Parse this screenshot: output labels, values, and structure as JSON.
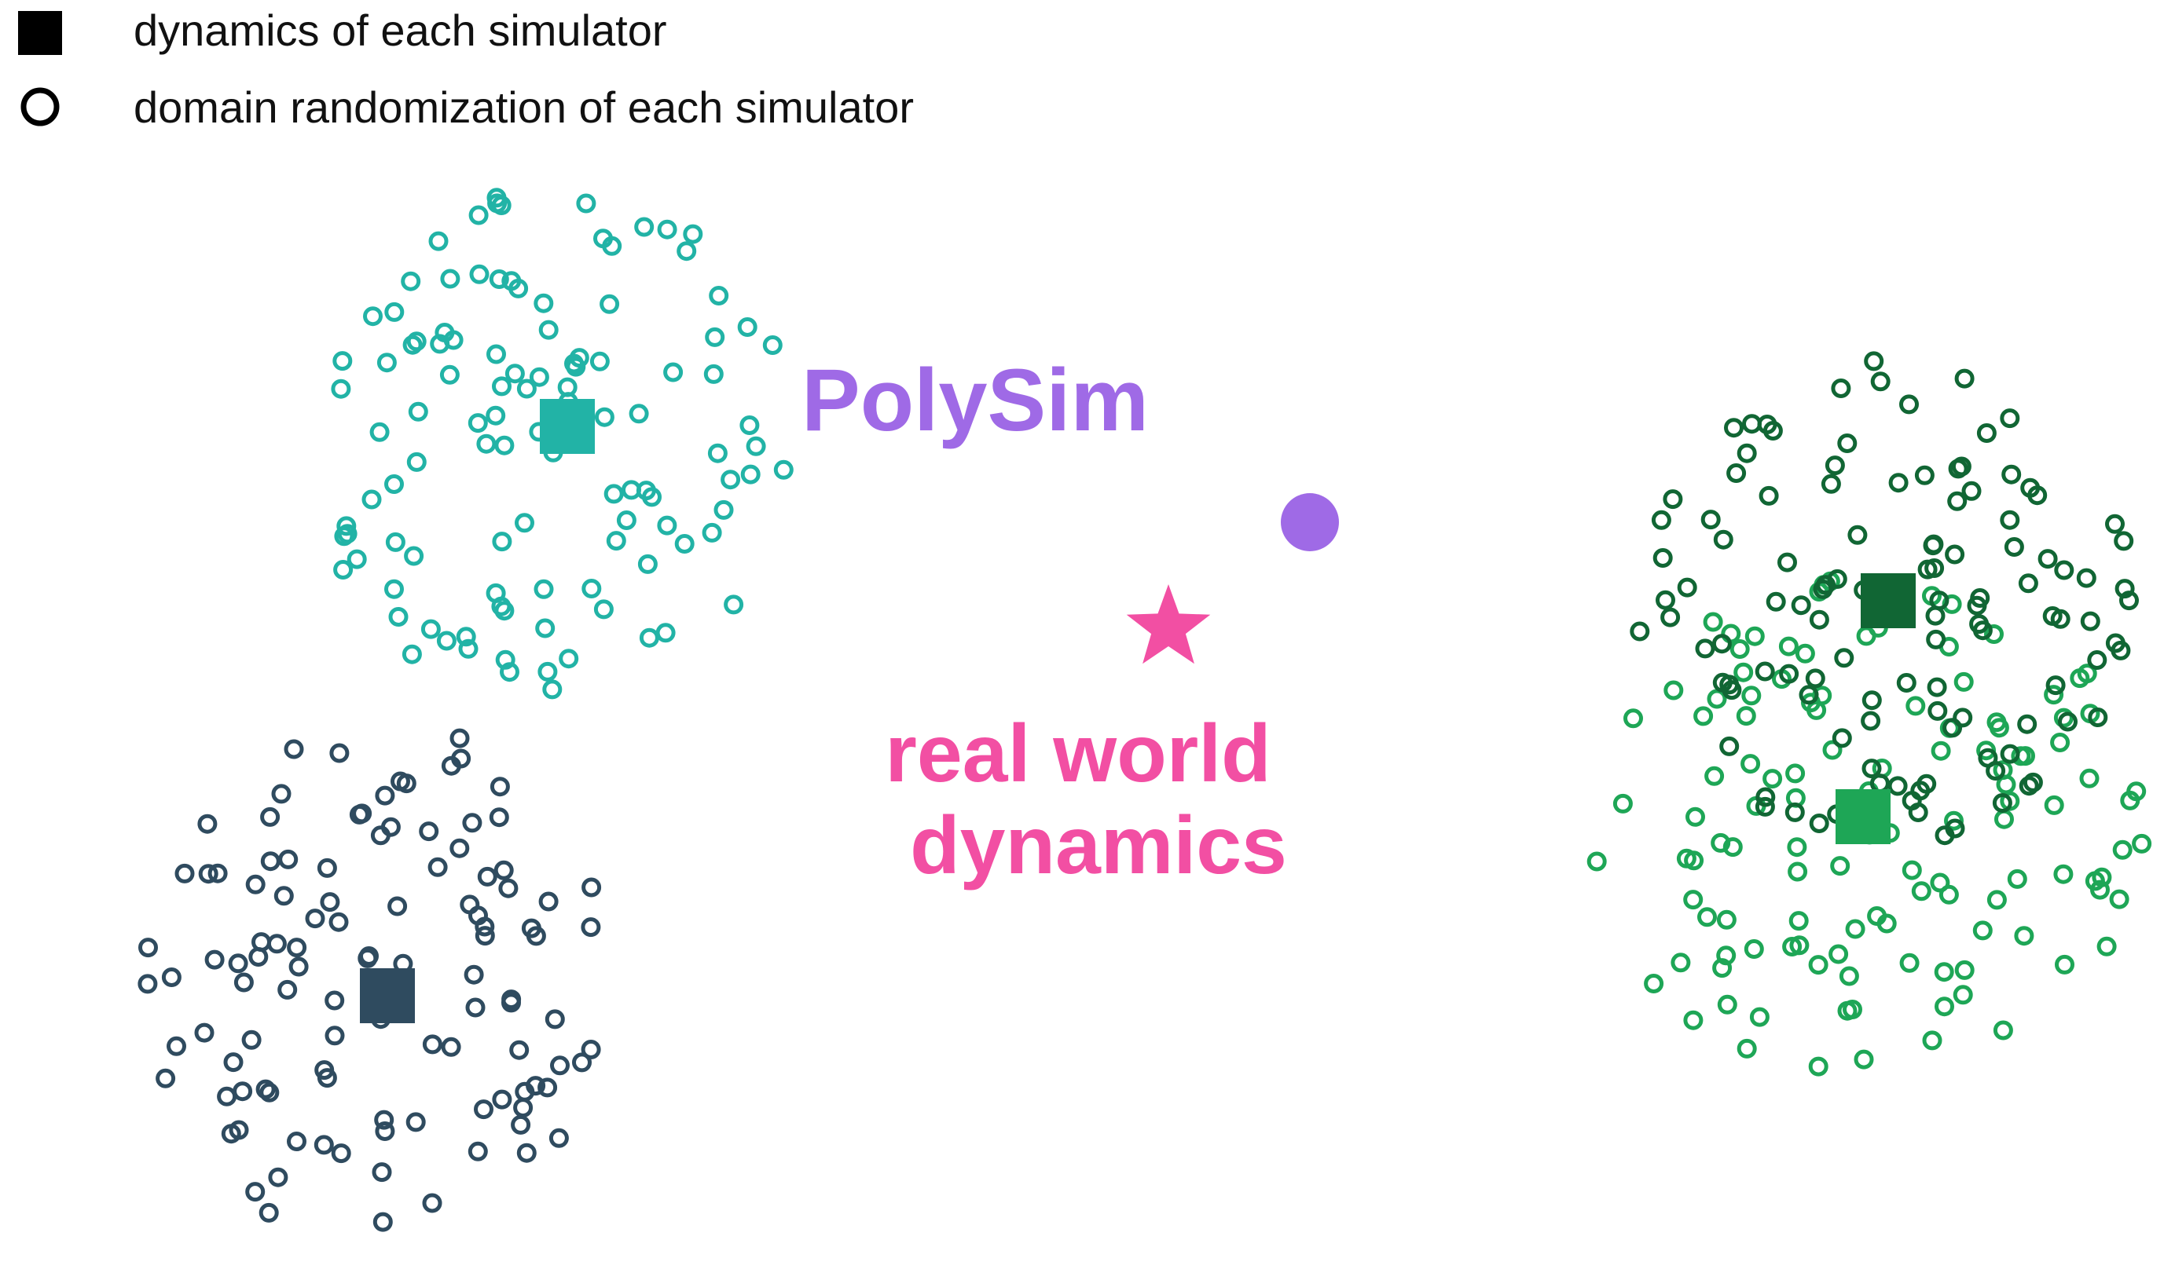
{
  "legend": {
    "items": [
      {
        "label": "dynamics of each simulator",
        "icon": "filled-square-icon"
      },
      {
        "label": "domain randomization of each simulator",
        "icon": "hollow-circle-icon"
      }
    ]
  },
  "annotations": {
    "polysim": {
      "text": "PolySim",
      "color": "#9f6ae6"
    },
    "real_world_line1": "real world",
    "real_world_line2": "dynamics",
    "real_world_color": "#f24fa3"
  },
  "markers": {
    "polysim_dot": {
      "icon": "filled-circle-icon",
      "color": "#9f6ae6"
    },
    "real_world_star": {
      "icon": "star-icon",
      "color": "#f24fa3"
    }
  },
  "clusters": [
    {
      "name": "teal-simulator",
      "color": "#22b3a6"
    },
    {
      "name": "slate-simulator",
      "color": "#2f4b5f"
    },
    {
      "name": "darkgreen-simulator",
      "color": "#116634"
    },
    {
      "name": "green-simulator",
      "color": "#1ea656"
    }
  ]
}
